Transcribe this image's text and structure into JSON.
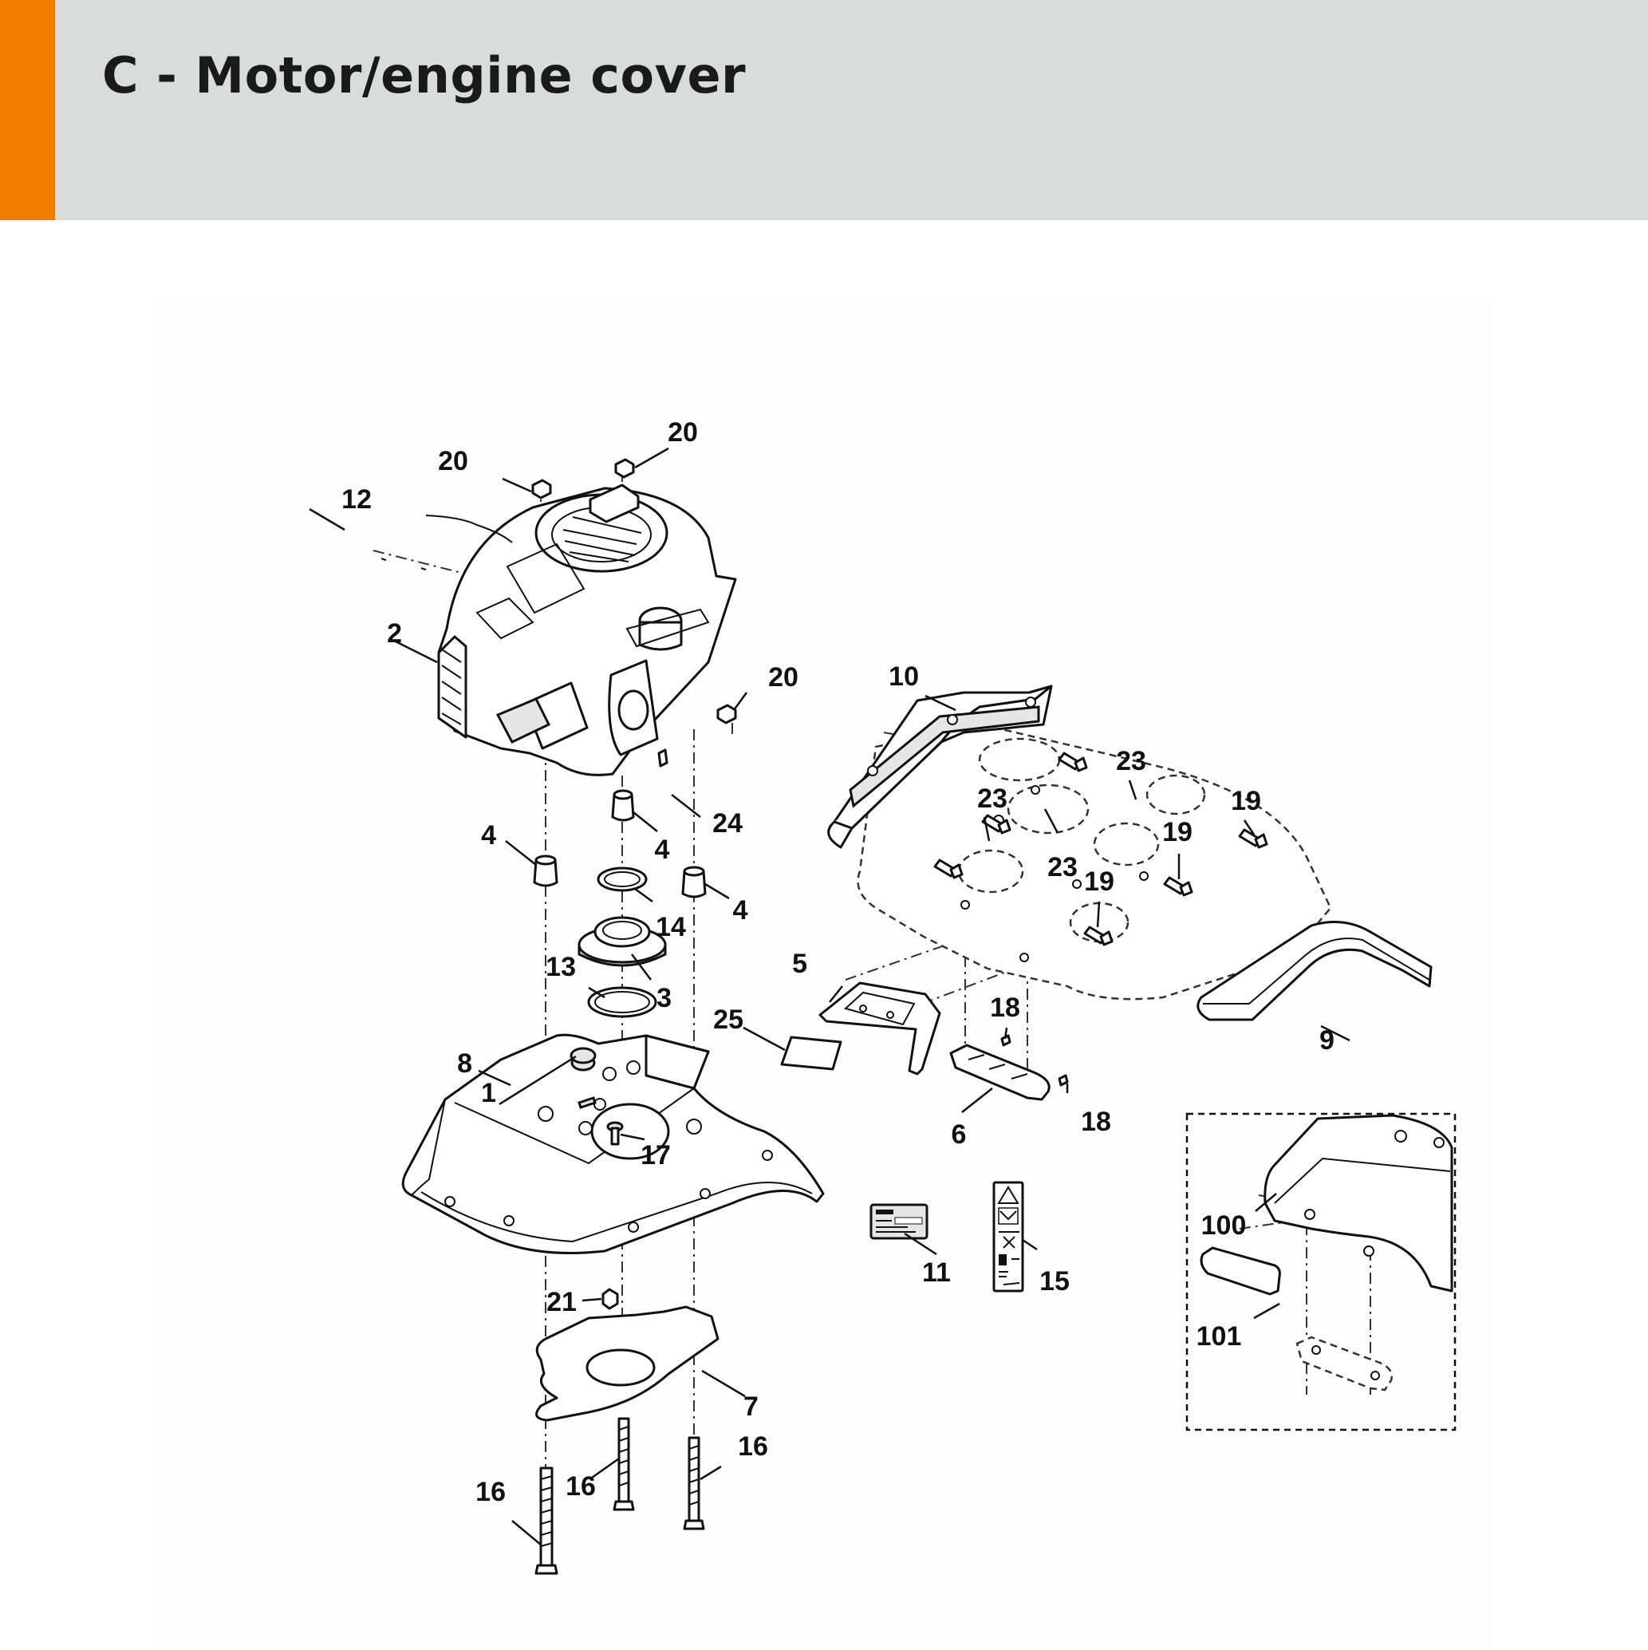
{
  "header": {
    "title": "C - Motor/engine cover",
    "accent_color": "#f07d00",
    "background_color": "#dadcdb"
  },
  "callouts": {
    "c1": "1",
    "c2": "2",
    "c3": "3",
    "c4a": "4",
    "c4b": "4",
    "c4c": "4",
    "c5": "5",
    "c6": "6",
    "c7": "7",
    "c8": "8",
    "c9": "9",
    "c10": "10",
    "c11": "11",
    "c12": "12",
    "c13": "13",
    "c14": "14",
    "c15": "15",
    "c16a": "16",
    "c16b": "16",
    "c16c": "16",
    "c17": "17",
    "c18a": "18",
    "c18b": "18",
    "c19a": "19",
    "c19b": "19",
    "c19c": "19",
    "c20a": "20",
    "c20b": "20",
    "c20c": "20",
    "c21": "21",
    "c23a": "23",
    "c23b": "23",
    "c23c": "23",
    "c24": "24",
    "c25": "25",
    "c100": "100",
    "c101": "101"
  }
}
